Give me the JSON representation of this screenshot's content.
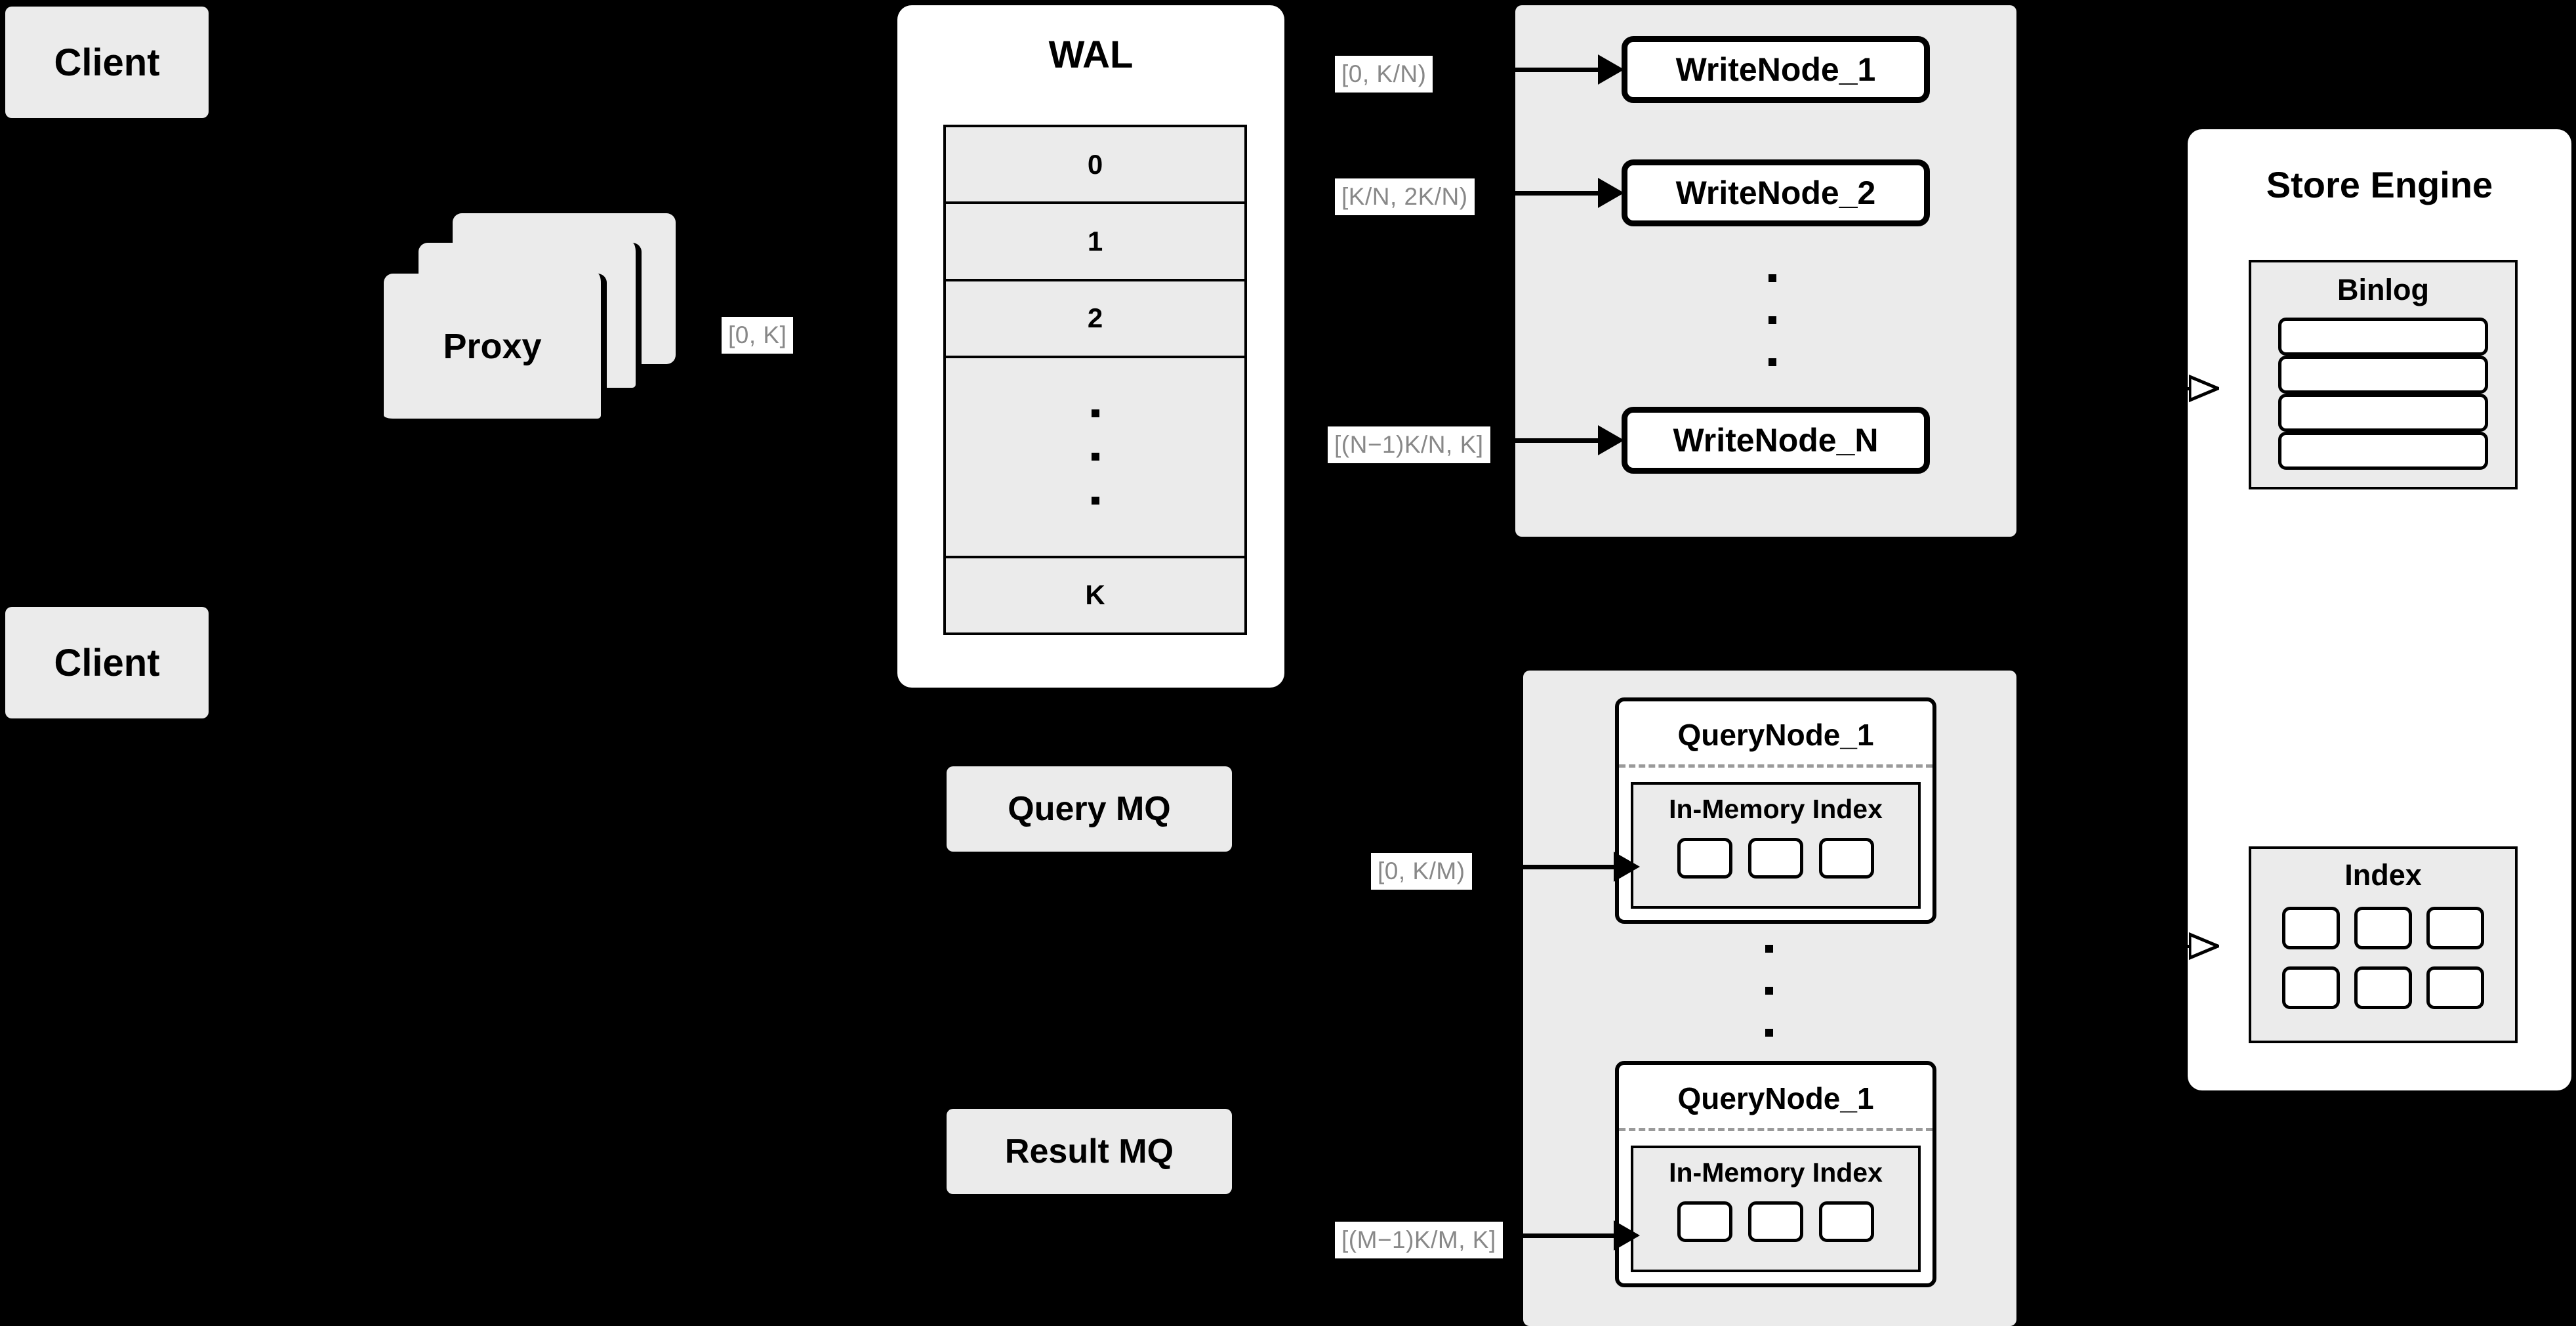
{
  "diagram": {
    "background_color": "#000000",
    "panel_gray": "#ebebeb",
    "panel_white": "#ffffff",
    "label_text_color": "#888888",
    "stroke_color": "#000000"
  },
  "clients": [
    {
      "label": "Client"
    },
    {
      "label": "Client"
    }
  ],
  "proxy": {
    "label": "Proxy",
    "stack_count": 3
  },
  "proxy_range_label": "[0, K]",
  "wal": {
    "title": "WAL",
    "rows": [
      "0",
      "1",
      "2",
      "",
      "K"
    ],
    "ellipsis_row_index": 3,
    "ellipsis_dots": 3
  },
  "write_group": {
    "nodes": [
      {
        "label": "WriteNode_1",
        "range_label": "[0,  K/N)"
      },
      {
        "label": "WriteNode_2",
        "range_label": "[K/N, 2K/N)"
      },
      {
        "label": "WriteNode_N",
        "range_label": "[(N−1)K/N,  K]"
      }
    ],
    "ellipsis_dots": 3
  },
  "query_group": {
    "nodes": [
      {
        "label": "QueryNode_1",
        "range_label": "[0, K/M)",
        "index": {
          "title": "In-Memory Index",
          "chip_count": 3
        }
      },
      {
        "label": "QueryNode_1",
        "range_label": "[(M−1)K/M, K]",
        "index": {
          "title": "In-Memory Index",
          "chip_count": 3
        }
      }
    ],
    "ellipsis_dots": 3
  },
  "message_queues": [
    {
      "label": "Query MQ"
    },
    {
      "label": "Result MQ"
    }
  ],
  "store_engine": {
    "title": "Store Engine",
    "binlog": {
      "title": "Binlog",
      "row_count": 4
    },
    "index": {
      "title": "Index",
      "chip_rows": 2,
      "chip_cols": 3
    }
  }
}
